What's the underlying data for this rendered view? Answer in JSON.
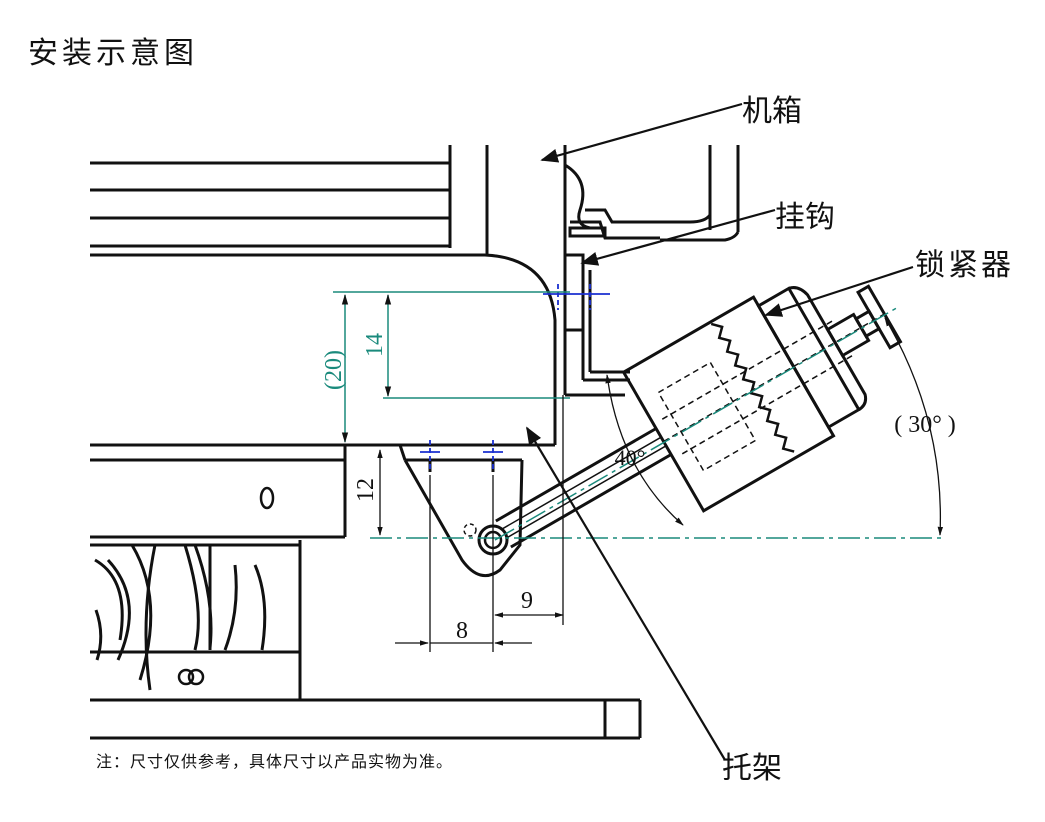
{
  "title": "安装示意图",
  "labels": {
    "cabinet": "机箱",
    "hook": "挂钩",
    "locker": "锁紧器",
    "bracket": "托架"
  },
  "dimensions": {
    "d20": "(20)",
    "d14": "14",
    "d12": "12",
    "d8": "8",
    "d9": "9",
    "a40": "40°",
    "a30": "( 30° )"
  },
  "note": "注：尺寸仅供参考，具体尺寸以产品实物为准。",
  "colors": {
    "line": "#111111",
    "dimension": "#1a8a7c",
    "center_mark": "#1a2fd0"
  }
}
